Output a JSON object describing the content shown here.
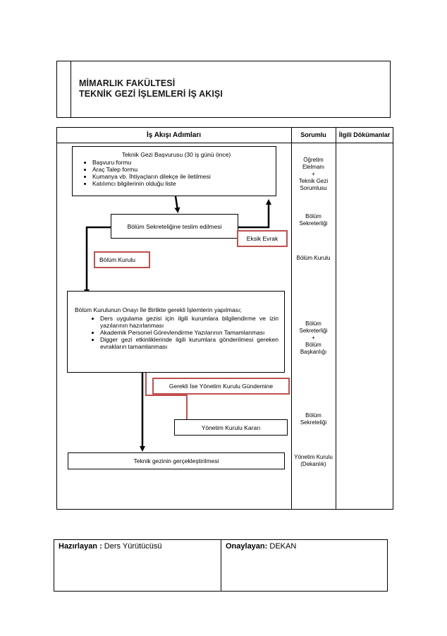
{
  "header": {
    "title_line1": "MİMARLIK FAKÜLTESİ",
    "title_line2": "TEKNİK GEZİ İŞLEMLERİ İŞ AKIŞI"
  },
  "table": {
    "col_steps": "İş Akışı Adımları",
    "col_responsible": "Sorumlu",
    "col_documents": "İlgili Dökümanlar"
  },
  "flow": {
    "application_title": "Teknik Gezi Başvurusu (30 iş günü önce)",
    "application_items": [
      "Başvuru formu",
      "Araç Talep formu",
      "Kumanya vb. İhtiyaçların dilekçe ile iletilmesi",
      "Katılımcı bilgilerinin olduğu liste"
    ],
    "submit_secretary": "Bölüm Sekreteliğine teslim edilmesi",
    "missing_docs": "Eksik Evrak",
    "dept_board": "Bölüm Kurulu",
    "approval_title": "Bölüm Kurulunun Onayı İle Birlikte gerekli İşlemlerin yapılması;",
    "approval_items": [
      "Ders uygulama gezisi için ilgili kurumlara bilgilendirme ve izin yazılarının hazırlanması",
      "Akademik Personel Görevlendirme Yazılarının Tamamlanması",
      "Digger gezi etkinliklerinde ilgili kurumlara gönderilmesi gereken evrakların tamamlanması"
    ],
    "exec_board_agenda": "Gerekli İse Yönetim Kurulu Gündemine",
    "exec_board_decision": "Yönetim Kurulu Kararı",
    "trip_execution": "Teknik gezinin gerçekleştirilmesi"
  },
  "responsible": {
    "r1_line1": "Öğretim",
    "r1_line2": "Elelmanı",
    "r1_line3": "+",
    "r1_line4": "Teknik Gezi",
    "r1_line5": "Sorumlusu",
    "r2_line1": "Bölüm",
    "r2_line2": "Sekreterliği",
    "r3": "Bölüm Kurulu",
    "r4_line1": "Bölüm",
    "r4_line2": "Sekreterliği",
    "r4_line3": "+",
    "r4_line4": "Bölüm",
    "r4_line5": "Başkanlığı",
    "r5_line1": "Bölüm",
    "r5_line2": "Sekreteliği",
    "r6_line1": "Yönetim Kurulu",
    "r6_line2": "(Dekanlık)"
  },
  "footer": {
    "prepared_label": "Hazırlayan :",
    "prepared_value": " Ders Yürütücüsü",
    "approved_label": "Onaylayan:",
    "approved_value": " DEKAN"
  },
  "colors": {
    "accent_red": "#c0504d",
    "line": "#000000"
  }
}
